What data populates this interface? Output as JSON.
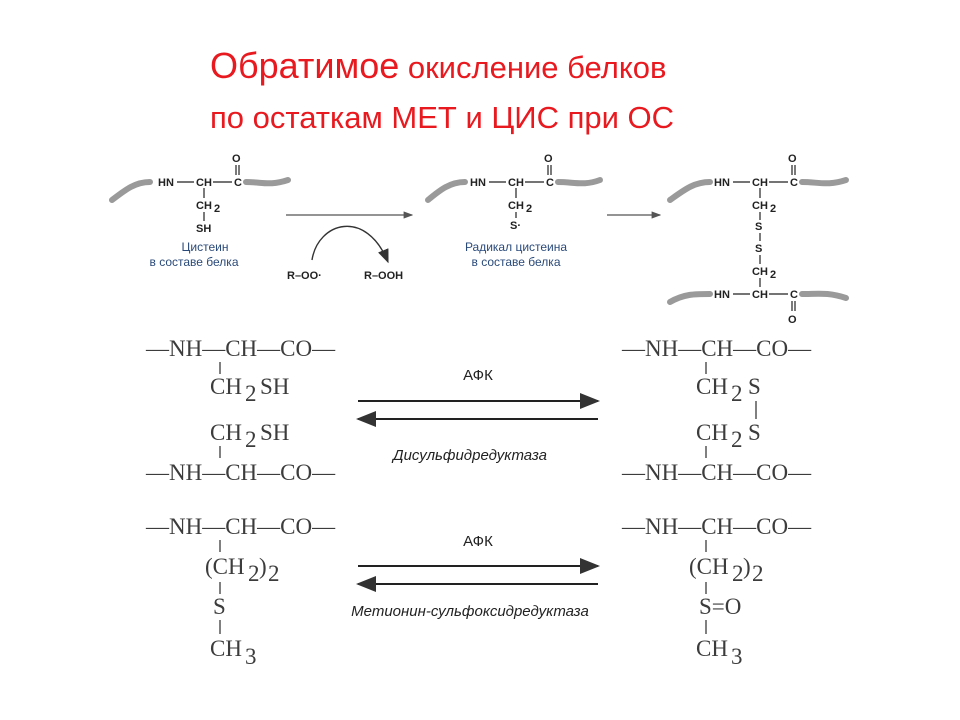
{
  "title": {
    "line1_big": "Обратимое",
    "line1_rest": " окисление белков",
    "line2": "по остаткам МЕТ и ЦИС при ОС"
  },
  "top_scheme": {
    "hn": "HN",
    "ch": "CH",
    "c": "C",
    "o": "O",
    "ch2": "CH",
    "sub2": "2",
    "sh": "SH",
    "s_radical": "S·",
    "s": "S",
    "cysteine_caption1": "Цистеин",
    "cysteine_caption2": "в составе белка",
    "radical_caption1": "Радикал цистеина",
    "radical_caption2": "в составе белка",
    "roo": "R–OO·",
    "rooh": "R–OOH"
  },
  "reactions": {
    "afk": "АФК",
    "disulfide_reductase": "Дисульфидредуктаза",
    "methionine_reductase": "Метионин-сульфоксидредуктаза",
    "nh_ch_co": "—NH—CH—CO—",
    "ch2": "CH",
    "sub2": "2",
    "sh": "SH",
    "s": "S",
    "ch2_paren": "(CH",
    "paren_close": ")",
    "ch3": "CH",
    "sub3": "3",
    "so": "S=O"
  },
  "colors": {
    "title": "#e8191f",
    "caption": "#2a4a7a",
    "wave": "#9a9a9a"
  }
}
